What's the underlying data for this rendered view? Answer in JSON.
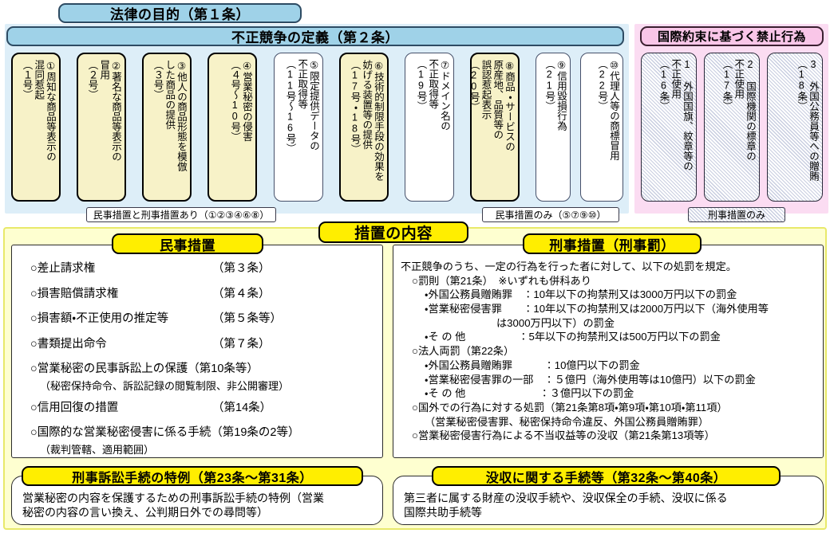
{
  "headers": {
    "law_purpose": "法律の目的（第１条）",
    "unfair_competition_definition": "不正競争の定義（第２条）",
    "international_prohibited": "国際約束に基づく禁止行為",
    "measures_content": "措置の内容",
    "civil_measures": "民事措置",
    "criminal_measures": "刑事措置（刑事罰）",
    "criminal_procedure_special": "刑事訴訟手続の特例（第23条〜第31条）",
    "confiscation_procedure": "没収に関する手続等（第32条〜第40条）"
  },
  "definition_cards": [
    {
      "num": "①",
      "text": "①周知な商品等表示の\n混同惹起\n（１号）",
      "type": "yellow"
    },
    {
      "num": "②",
      "text": "②著名な商品等表示の\n冒用\n（２号）",
      "type": "yellow"
    },
    {
      "num": "③",
      "text": "③他人の商品形態を模倣\nした商品の提供\n（３号）",
      "type": "yellow"
    },
    {
      "num": "④",
      "text": "④営業秘密の侵害\n（４号〜10号）",
      "type": "yellow"
    },
    {
      "num": "⑤",
      "text": "⑤限定提供データの\n不正取得等\n（11号〜16号）",
      "type": "white"
    },
    {
      "num": "⑥",
      "text": "⑥技術的制限手段の効果を\n妨げる装置等の提供\n（17号・18号）",
      "type": "yellow"
    },
    {
      "num": "⑦",
      "text": "⑦ドメイン名の\n不正取得等\n（19号）",
      "type": "white"
    },
    {
      "num": "⑧",
      "text": "⑧商品・サービスの\n原産地、品質等の\n誤認惹起表示\n（20号）",
      "type": "yellow"
    },
    {
      "num": "⑨",
      "text": "⑨信用毀損行為\n（21号）",
      "type": "white"
    },
    {
      "num": "⑩",
      "text": "⑩代理人等の商標冒用\n（22号）",
      "type": "white"
    }
  ],
  "international_cards": [
    {
      "num": "1",
      "text": "1 外国国旗、紋章等の\n不正使用\n（16条）"
    },
    {
      "num": "2",
      "text": "2 国際機関の標章の\n不正使用\n（17条）"
    },
    {
      "num": "3",
      "text": "3 外国公務員等への贈賄\n（18条）"
    }
  ],
  "tags": {
    "civil_and_criminal": "民事措置と刑事措置あり（①②③④⑥⑧）",
    "civil_only": "民事措置のみ（⑤⑦⑨⑩）",
    "criminal_only": "刑事措置のみ"
  },
  "civil_items": [
    {
      "label": "○差止請求権",
      "article": "（第３条）",
      "note": ""
    },
    {
      "label": "○損害賠償請求権",
      "article": "（第４条）",
      "note": ""
    },
    {
      "label": "○損害額・不正使用の推定等",
      "article": "（第５条等）",
      "note": ""
    },
    {
      "label": "○書類提出命令",
      "article": "（第７条）",
      "note": ""
    },
    {
      "label": "○営業秘密の民事訴訟上の保護（第10条等）",
      "article": "",
      "note": "（秘密保持命令、訴訟記録の閲覧制限、非公開審理）"
    },
    {
      "label": "○信用回復の措置",
      "article": "（第14条）",
      "note": ""
    },
    {
      "label": "○国際的な営業秘密侵害に係る手続（第19条の2等）",
      "article": "",
      "note": "（裁判管轄、適用範囲）"
    }
  ],
  "criminal_lines": [
    {
      "indent": 0,
      "text": "不正競争のうち、一定の行為を行った者に対して、以下の処罰を規定。"
    },
    {
      "indent": 1,
      "text": "○罰則（第21条）　※いずれも併科あり"
    },
    {
      "indent": 2,
      "text": "・外国公務員贈賄罪　：10年以下の拘禁刑又は3000万円以下の罰金"
    },
    {
      "indent": 2,
      "text": "・営業秘密侵害罪　　：10年以下の拘禁刑又は2000万円以下（海外使用等"
    },
    {
      "indent": 3,
      "text": "は3000万円以下）の罰金"
    },
    {
      "indent": 2,
      "text": "・そ の 他　　　　　：5年以下の拘禁刑又は500万円以下の罰金"
    },
    {
      "indent": 1,
      "text": "○法人両罰（第22条）"
    },
    {
      "indent": 2,
      "text": "・外国公務員贈賄罪　　　：10億円以下の罰金"
    },
    {
      "indent": 2,
      "text": "・営業秘密侵害罪の一部　：５億円（海外使用等は10億円）以下の罰金"
    },
    {
      "indent": 2,
      "text": "・そ の 他　　　　　　　：３億円以下の罰金"
    },
    {
      "indent": 1,
      "text": "○国外での行為に対する処罰（第21条第8項・第9項・第10項・第11項）"
    },
    {
      "indent": 2,
      "text": "（営業秘密侵害罪、秘密保持命令違反、外国公務員贈賄罪）"
    },
    {
      "indent": 1,
      "text": "○営業秘密侵害行為による不当収益等の没収（第21条第13項等）"
    }
  ],
  "bottom_boxes": {
    "criminal_procedure_body": "営業秘密の内容を保護するための刑事訴訟手続の特例（営業\n秘密の内容の言い換え、公判期日外での尋問等）",
    "confiscation_body": "第三者に属する財産の没収手続や、没収保全の手続、没収に係る\n国際共助手続等"
  },
  "colors": {
    "blue_header": "#9fd2e8",
    "pink_header": "#f9c6e8",
    "yellow_header": "#ffee00",
    "blue_band": "#ddeef8",
    "pink_band": "#fbdcf2",
    "yellow_band": "#feffd0",
    "card_yellow": "#f7f2c8"
  }
}
